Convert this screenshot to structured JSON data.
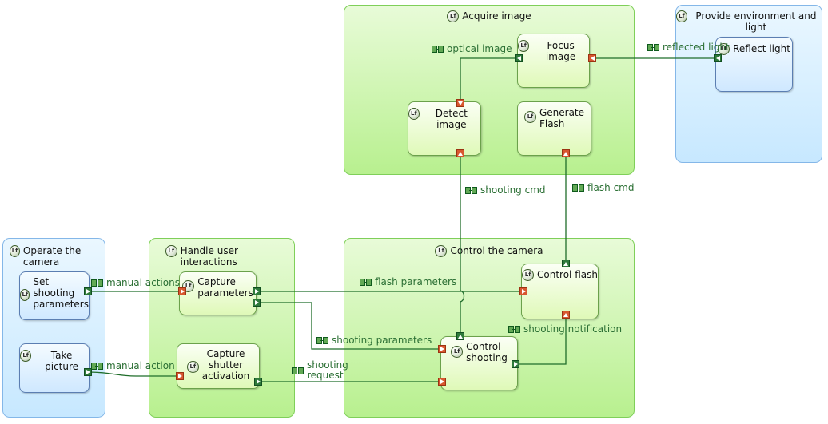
{
  "diagram": {
    "containers": {
      "acquire_image": "Acquire image",
      "provide_environment": "Provide environment and light",
      "operate_camera": "Operate the camera",
      "handle_user_interactions": "Handle user interactions",
      "control_camera": "Control the camera"
    },
    "functions": {
      "focus_image": "Focus image",
      "reflect_light": "Reflect light",
      "detect_image": "Detect image",
      "generate_flash": "Generate\nFlash",
      "set_shooting_parameters": "Set\nshooting\nparameters",
      "take_picture": "Take picture",
      "capture_parameters": "Capture\nparameters",
      "capture_shutter_activation": "Capture\nshutter\nactivation",
      "control_flash": "Control flash",
      "control_shooting": "Control\nshooting"
    },
    "flows": {
      "optical_image": "optical image",
      "reflected_light": "reflected light",
      "shooting_cmd": "shooting cmd",
      "flash_cmd": "flash cmd",
      "manual_actions": "manual actions",
      "manual_action": "manual action",
      "flash_parameters": "flash parameters",
      "shooting_notification": "shooting notification",
      "shooting_parameters": "shooting parameters",
      "shooting_request": "shooting\nrequest"
    }
  },
  "colors": {
    "green_container": "#b8f08f",
    "blue_container": "#c7e8ff",
    "line": "#1f6d2a",
    "port_red": "#d8572f",
    "port_green": "#2e7a3a"
  },
  "icons": {
    "function_icon": "Lf",
    "exchange_icon": "exchange-item-icon"
  }
}
